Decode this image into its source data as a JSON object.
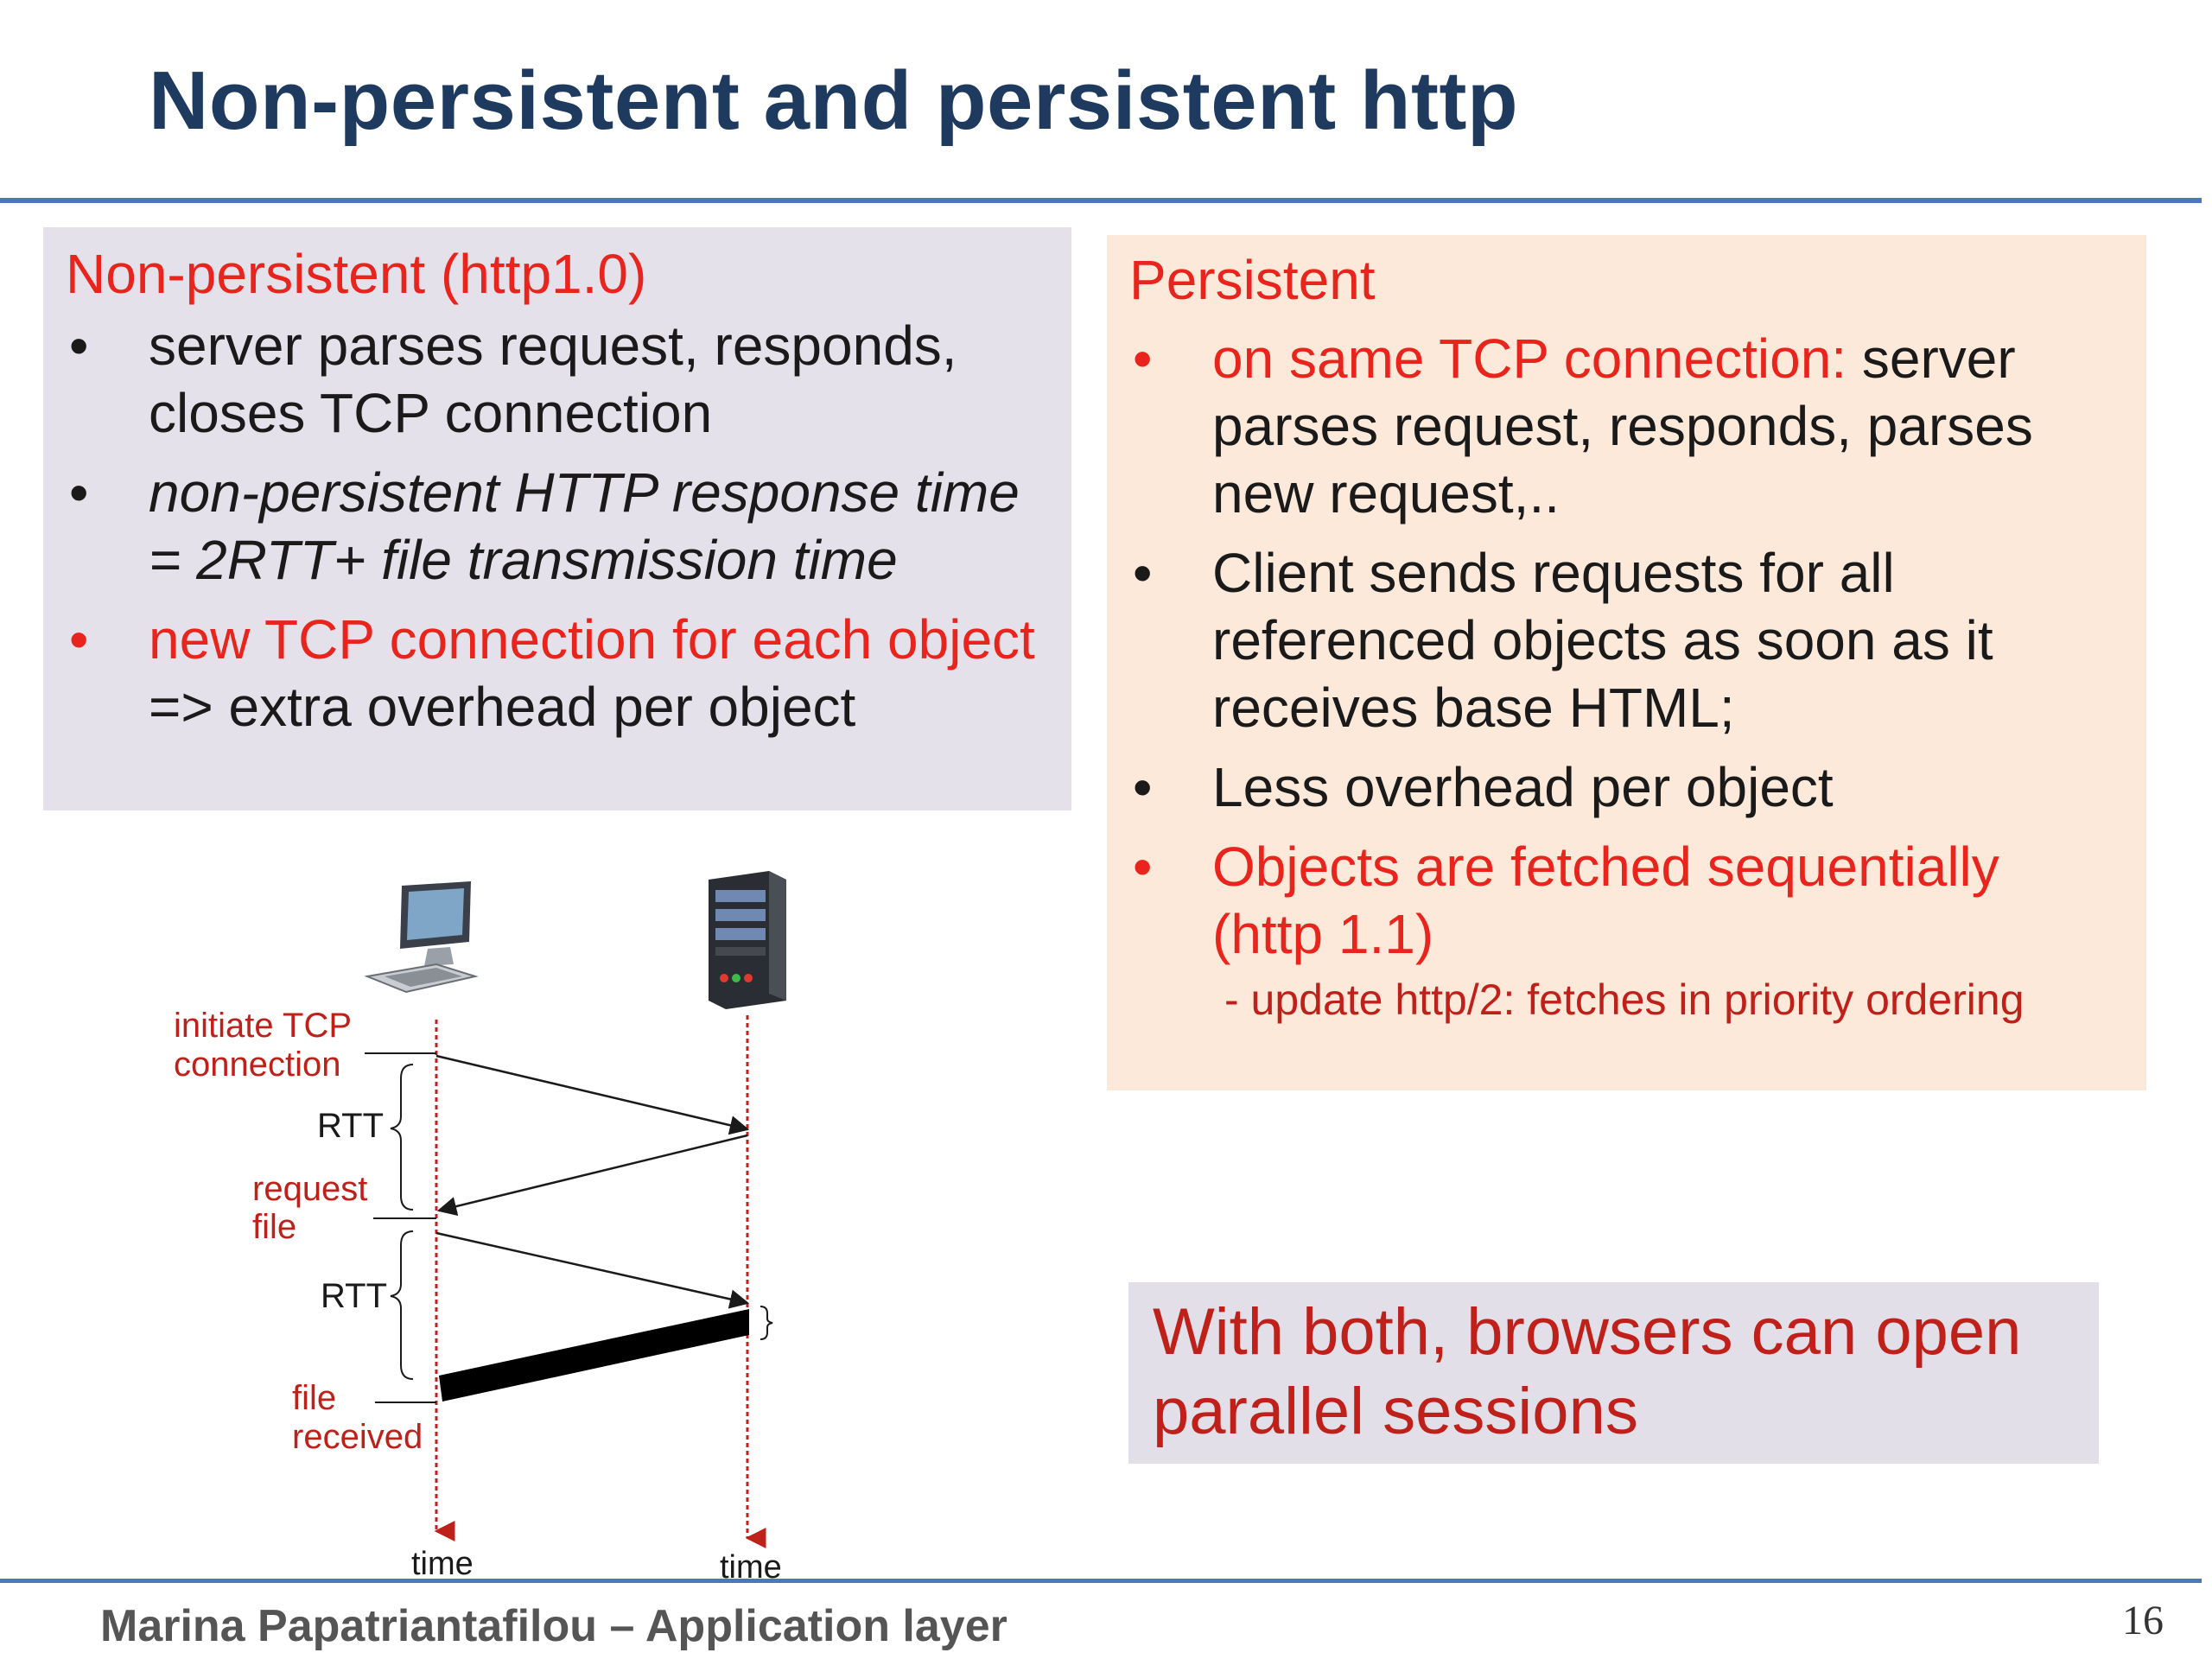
{
  "slide": {
    "title": "Non-persistent and persistent http",
    "footer_author": "Marina Papatriantafilou –  Application layer",
    "page_number": "16"
  },
  "non_persistent": {
    "heading": "Non-persistent (http1.0)",
    "bullet1": "server parses request, responds, closes TCP connection",
    "bullet2_line1": "non-persistent HTTP response time",
    "bullet2_line2": "=  2RTT+ file transmission  time",
    "bullet3_red": "new TCP connection for each object",
    "bullet3_rest": "=> extra overhead per object"
  },
  "persistent": {
    "heading": "Persistent",
    "bullet1_red": "on same TCP connection:",
    "bullet1_rest": " server parses request, responds, parses new request,..",
    "bullet2": "Client sends requests for all referenced objects as soon as it receives base HTML;",
    "bullet3": "Less overhead per object",
    "bullet4": "Objects are fetched sequentially (http 1.1)",
    "sub_note": "- update http/2: fetches in priority ordering"
  },
  "both_note": "With both, browsers can open parallel sessions",
  "diagram": {
    "label_initiate": "initiate TCP",
    "label_connection": "connection",
    "label_rtt1": "RTT",
    "label_request": "request",
    "label_file": "file",
    "label_rtt2": "RTT",
    "label_file2": "file",
    "label_received": "received",
    "label_time_client": "time",
    "label_time_server": "time",
    "icons": [
      "client-computer-icon",
      "server-icon"
    ]
  }
}
